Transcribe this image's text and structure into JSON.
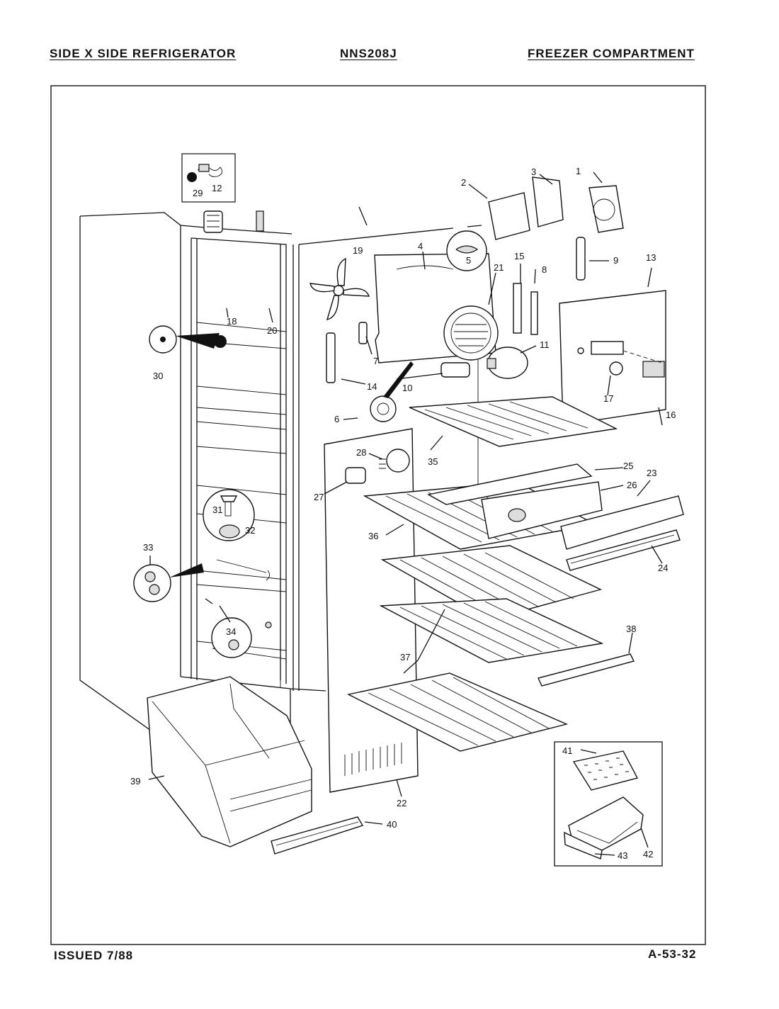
{
  "header": {
    "left": "SIDE X SIDE REFRIGERATOR",
    "center": "NNS208J",
    "right": "FREEZER COMPARTMENT"
  },
  "footer": {
    "left": "ISSUED 7/88",
    "right": "A-53-32"
  },
  "callouts": {
    "c1": "1",
    "c2": "2",
    "c3": "3",
    "c4": "4",
    "c5": "5",
    "c6": "6",
    "c7": "7",
    "c8": "8",
    "c9": "9",
    "c10": "10",
    "c11": "11",
    "c12": "12",
    "c13": "13",
    "c14": "14",
    "c15": "15",
    "c16": "16",
    "c17": "17",
    "c18": "18",
    "c19": "19",
    "c20": "20",
    "c21": "21",
    "c22": "22",
    "c23": "23",
    "c24": "24",
    "c25": "25",
    "c26": "26",
    "c27": "27",
    "c28": "28",
    "c29": "29",
    "c30": "30",
    "c31": "31",
    "c32": "32",
    "c33": "33",
    "c34": "34",
    "c35": "35",
    "c36": "36",
    "c37": "37",
    "c38": "38",
    "c39": "39",
    "c40": "40",
    "c41": "41",
    "c42": "42",
    "c43": "43"
  }
}
